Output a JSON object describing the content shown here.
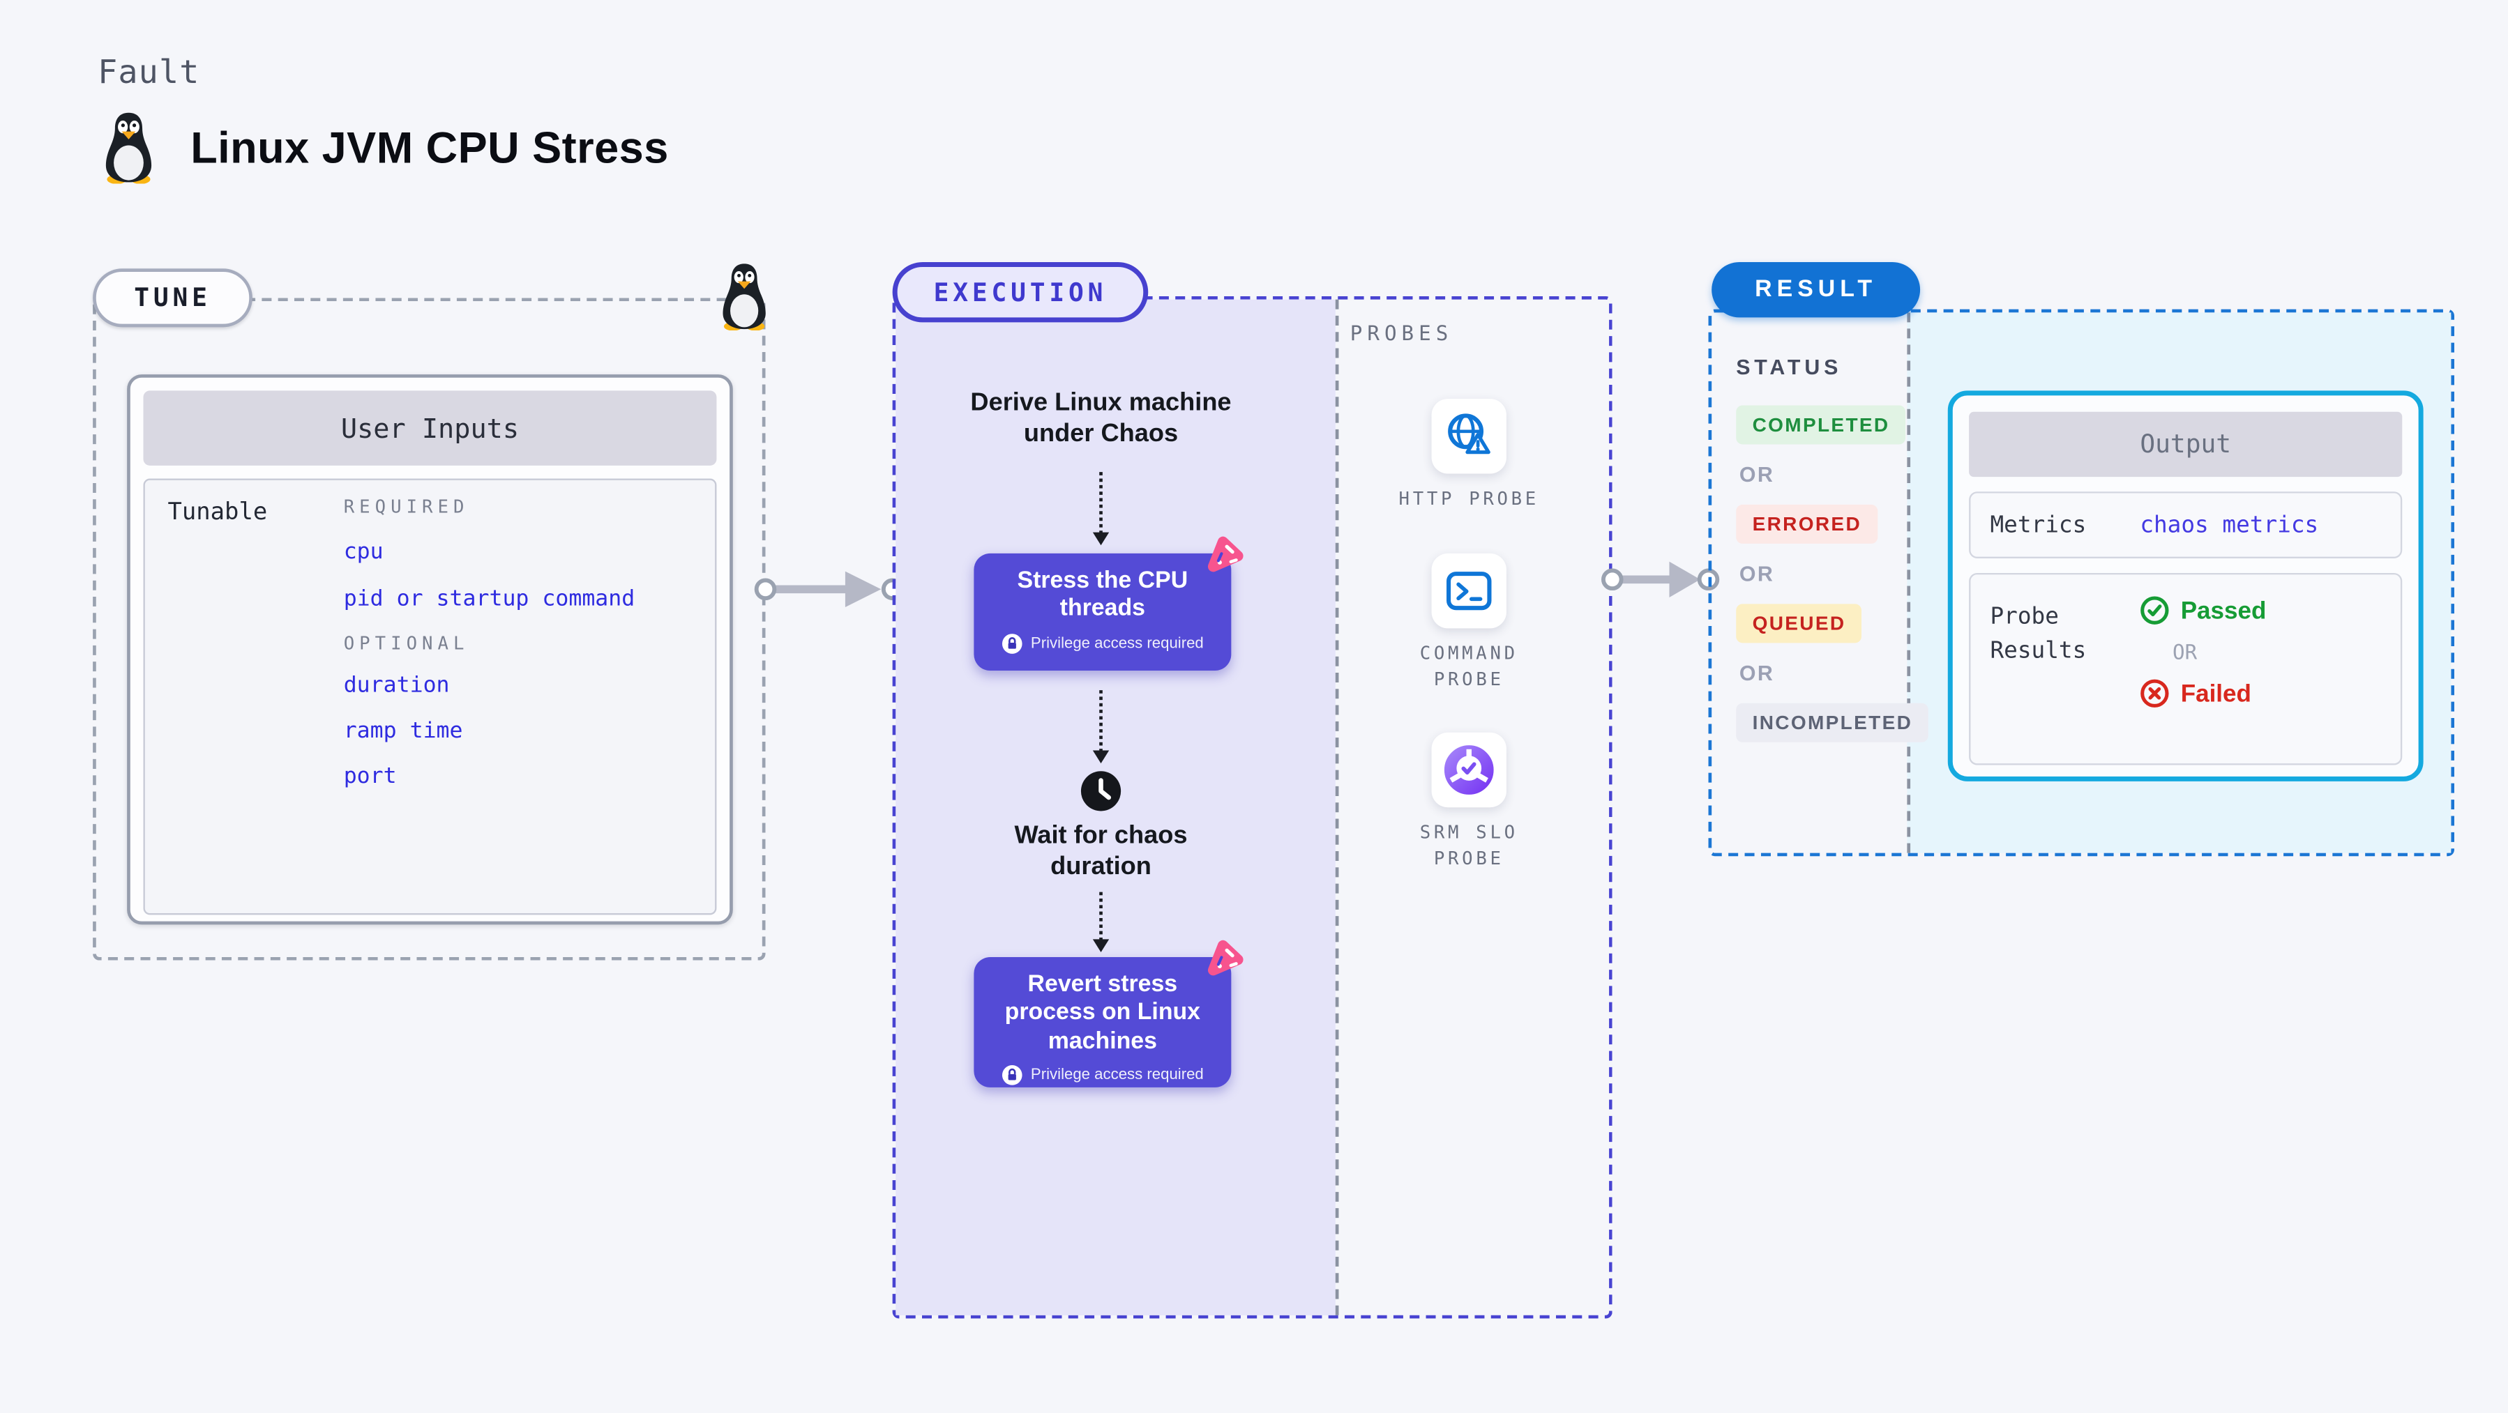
{
  "header": {
    "eyebrow": "Fault",
    "title": "Linux JVM CPU Stress",
    "icon": "linux-tux-icon"
  },
  "tune": {
    "label": "TUNE",
    "user_inputs": {
      "header": "User Inputs",
      "row_label": "Tunable",
      "required_label": "REQUIRED",
      "required_items": [
        "cpu",
        "pid or startup command"
      ],
      "optional_label": "OPTIONAL",
      "optional_items": [
        "duration",
        "ramp time",
        "port"
      ]
    }
  },
  "execution": {
    "label": "EXECUTION",
    "derive_step": "Derive Linux machine under Chaos",
    "stress_step": {
      "title": "Stress the CPU threads",
      "badge": "Privilege access required"
    },
    "wait_step": "Wait for chaos duration",
    "revert_step": {
      "title": "Revert stress process on Linux machines",
      "badge": "Privilege access required"
    }
  },
  "probes": {
    "label": "PROBES",
    "items": [
      {
        "name": "HTTP PROBE",
        "icon": "globe-alert-icon"
      },
      {
        "name": "COMMAND PROBE",
        "icon": "terminal-icon"
      },
      {
        "name": "SRM SLO PROBE",
        "icon": "slo-donut-check-icon"
      }
    ]
  },
  "result": {
    "label": "RESULT",
    "status_heading": "STATUS",
    "or_label": "OR",
    "statuses": [
      {
        "text": "COMPLETED",
        "fg": "#1E8E3E",
        "bg": "#E1F3E4"
      },
      {
        "text": "ERRORED",
        "fg": "#C5221F",
        "bg": "#FCE9E7"
      },
      {
        "text": "QUEUED",
        "fg": "#C5221F",
        "bg": "#FCEFC3"
      },
      {
        "text": "INCOMPLETED",
        "fg": "#5D6375",
        "bg": "#EBECF3"
      }
    ],
    "output": {
      "header": "Output",
      "metrics_label": "Metrics",
      "metrics_value": "chaos metrics",
      "probe_results_label": "Probe Results",
      "passed_label": "Passed",
      "or_label": "OR",
      "failed_label": "Failed"
    }
  },
  "colors": {
    "accent_indigo": "#544BD6",
    "accent_blue": "#1272D4",
    "output_border": "#14A9DF",
    "link_blue": "#2E2BE0",
    "probe_icon_blue": "#0F76D7",
    "chaos_pink": "#F7548E"
  }
}
